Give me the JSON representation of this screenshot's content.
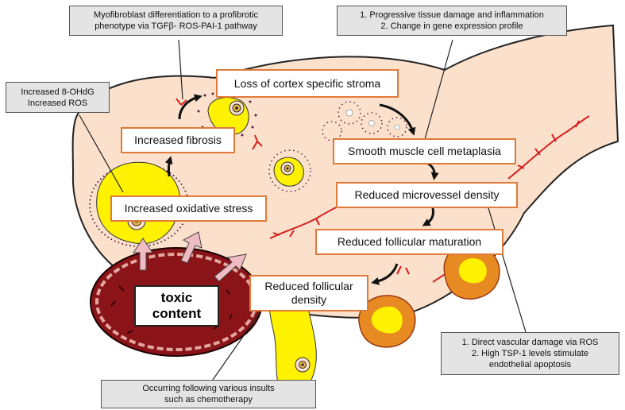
{
  "callouts": {
    "myofibroblast": [
      "Myofibroblast differentiation to a profibrotic",
      "phenotype via TGFβ- ROS-PAI-1 pathway"
    ],
    "tissue_damage": [
      "1. Progressive tissue damage and inflammation",
      "2. Change in gene expression profile"
    ],
    "oxidative_markers": [
      "Increased 8-OHdG",
      "Increased ROS"
    ],
    "vascular_damage": [
      "1. Direct vascular damage via ROS",
      "2. High TSP-1 levels stimulate",
      "endothelial apoptosis"
    ],
    "insults": [
      "Occurring following various insults",
      "such as chemotherapy"
    ]
  },
  "steps": {
    "cortex_stroma": "Loss of cortex specific stroma",
    "fibrosis": "Increased fibrosis",
    "smooth_muscle": "Smooth muscle cell metaplasia",
    "oxidative_stress": "Increased oxidative stress",
    "microvessel": "Reduced microvessel density",
    "follicular_maturation": "Reduced follicular maturation",
    "follicular_density": [
      "Reduced follicular",
      "density"
    ]
  },
  "toxic_label": [
    "toxic",
    "content"
  ],
  "colors": {
    "tissue": "#fbe1cc",
    "tissue_outline": "#222222",
    "toxic_fill": "#8b1419",
    "follicle_yellow": "#fff200",
    "box_border": "#e07a3a",
    "callout_fill": "#e4e4e4",
    "vessel_red": "#d42020",
    "pink_arrow": "#f0bcc4"
  }
}
